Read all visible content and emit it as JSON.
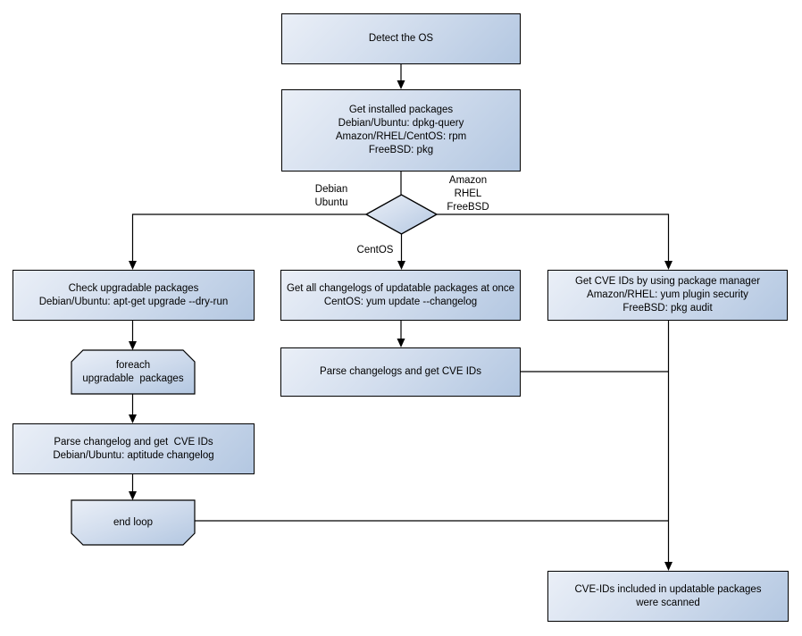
{
  "diagram": {
    "title": "OS package CVE scan flowchart",
    "colors": {
      "background": "#ffffff",
      "node_gradient_start": "#eaeff7",
      "node_gradient_end": "#b3c7e1",
      "node_border": "#000000",
      "connector": "#000000",
      "text": "#000000"
    },
    "nodes": {
      "detect_os": {
        "lines": [
          "Detect the OS"
        ]
      },
      "get_installed_packages": {
        "lines": [
          "Get installed packages",
          "Debian/Ubuntu: dpkg-query",
          "Amazon/RHEL/CentOS: rpm",
          "FreeBSD: pkg"
        ]
      },
      "check_upgradable_packages": {
        "lines": [
          "Check upgradable packages",
          "Debian/Ubuntu: apt-get upgrade --dry-run"
        ]
      },
      "foreach_loop_start": {
        "lines": [
          "foreach",
          "upgradable  packages"
        ]
      },
      "parse_changelog_left": {
        "lines": [
          "Parse changelog and get  CVE IDs",
          "Debian/Ubuntu: aptitude changelog"
        ]
      },
      "end_loop": {
        "lines": [
          "end loop"
        ]
      },
      "get_all_changelogs": {
        "lines": [
          "Get all changelogs of updatable packages at once",
          "CentOS: yum update --changelog"
        ]
      },
      "parse_changelogs_mid": {
        "lines": [
          "Parse changelogs and get CVE IDs"
        ]
      },
      "get_cve_ids_pkg_manager": {
        "lines": [
          "Get CVE IDs by using package manager",
          "Amazon/RHEL: yum plugin security",
          "FreeBSD: pkg audit"
        ]
      },
      "cve_ids_scanned": {
        "lines": [
          "CVE-IDs included in updatable packages",
          "were scanned"
        ]
      }
    },
    "edge_labels": {
      "left_branch": {
        "lines": [
          "Debian",
          "Ubuntu"
        ]
      },
      "right_branch": {
        "lines": [
          "Amazon",
          "RHEL",
          "FreeBSD"
        ]
      },
      "down_branch": {
        "lines": [
          "CentOS"
        ]
      }
    }
  }
}
